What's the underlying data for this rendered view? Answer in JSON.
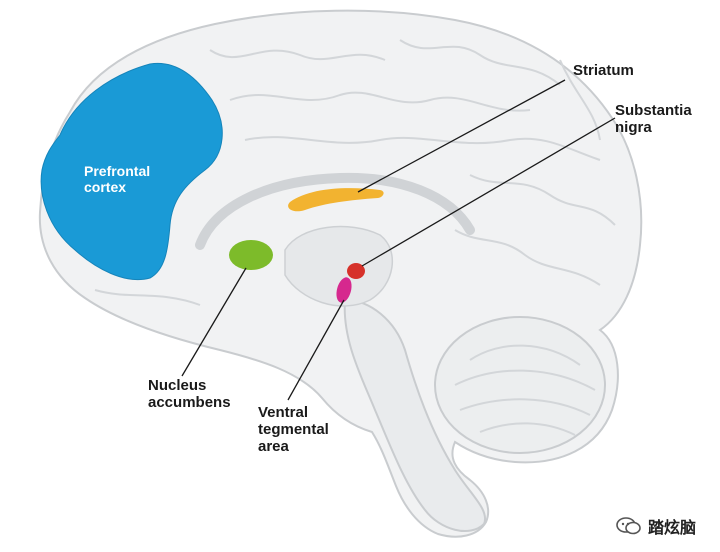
{
  "labels": {
    "prefrontal_line1": "Prefrontal",
    "prefrontal_line2": "cortex",
    "striatum": "Striatum",
    "substantia_line1": "Substantia",
    "substantia_line2": "nigra",
    "nucleus_line1": "Nucleus",
    "nucleus_line2": "accumbens",
    "ventral_line1": "Ventral",
    "ventral_line2": "tegmental",
    "ventral_line3": "area"
  },
  "watermark": {
    "text": "踏炫脑",
    "icon": "wechat-bubble-icon"
  },
  "colors": {
    "prefrontal": "#1a9ad6",
    "striatum": "#f2b330",
    "nucleus_accumbens": "#7dbb2a",
    "substantia_nigra": "#d6312a",
    "ventral_tegmental": "#d6288e",
    "brain_fill": "#f1f2f3",
    "brain_outline": "#c9cccf",
    "leader_line": "#1a1a1a"
  }
}
